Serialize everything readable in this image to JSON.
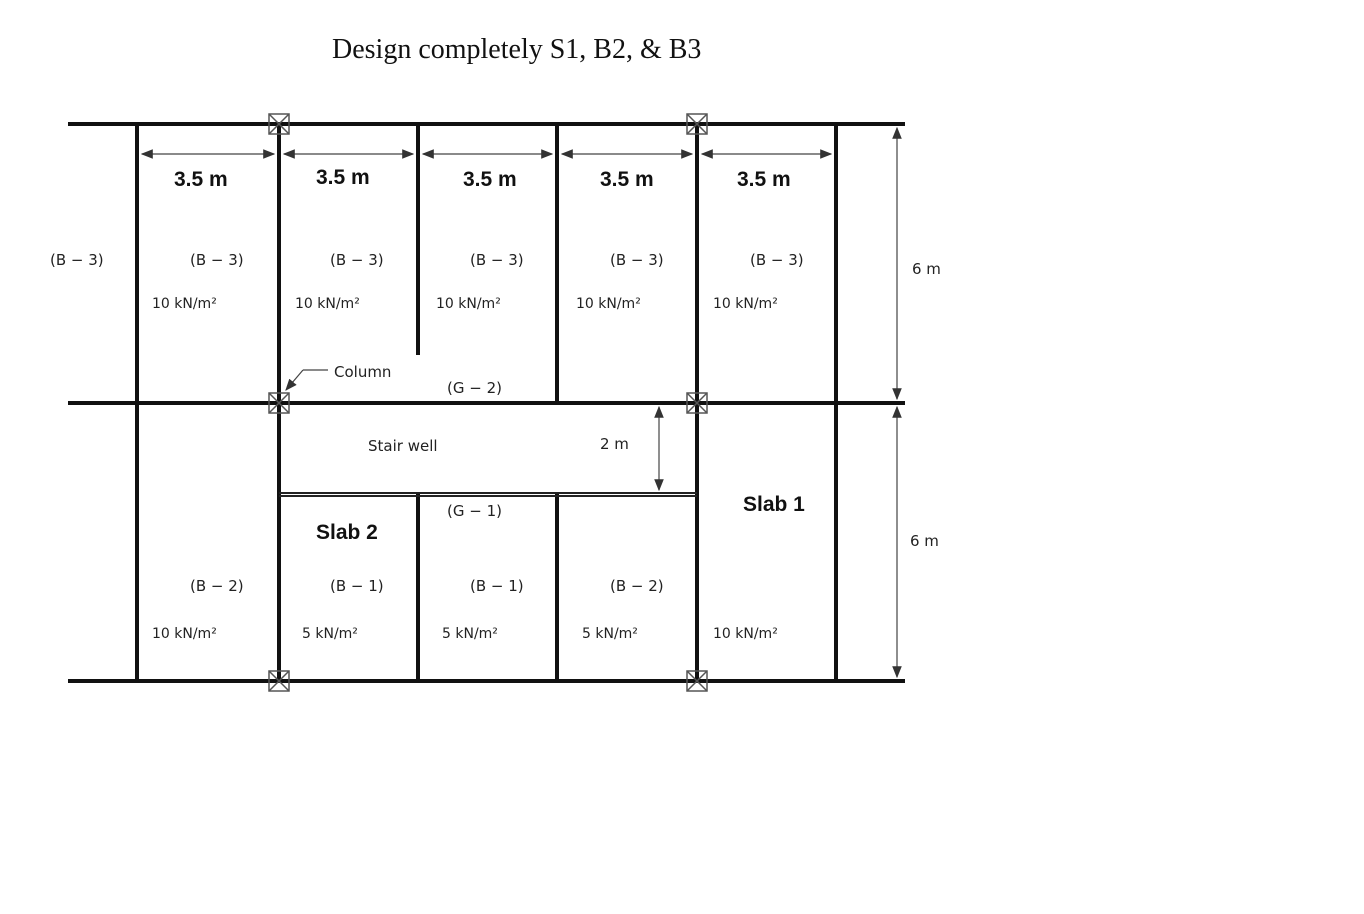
{
  "title": "Design completely S1, B2, & B3",
  "spans": [
    "3.5 m",
    "3.5 m",
    "3.5 m",
    "3.5 m",
    "3.5 m"
  ],
  "heights": [
    "6 m",
    "6 m"
  ],
  "stair_height": "2 m",
  "top_beams": [
    "(B − 3)",
    "(B − 3)",
    "(B − 3)",
    "(B − 3)",
    "(B − 3)",
    "(B − 3)"
  ],
  "top_loads": [
    "10 kN/m²",
    "10 kN/m²",
    "10 kN/m²",
    "10 kN/m²",
    "10 kN/m²"
  ],
  "bottom_beams": [
    "(B − 2)",
    "(B − 1)",
    "(B − 1)",
    "(B − 2)"
  ],
  "bottom_loads": [
    "10 kN/m²",
    "5 kN/m²",
    "5 kN/m²",
    "5 kN/m²",
    "10 kN/m²"
  ],
  "column_label": "Column",
  "g2_label": "(G − 2)",
  "g1_label": "(G − 1)",
  "stair_label": "Stair well",
  "slab1_label": "Slab 1",
  "slab2_label": "Slab 2"
}
